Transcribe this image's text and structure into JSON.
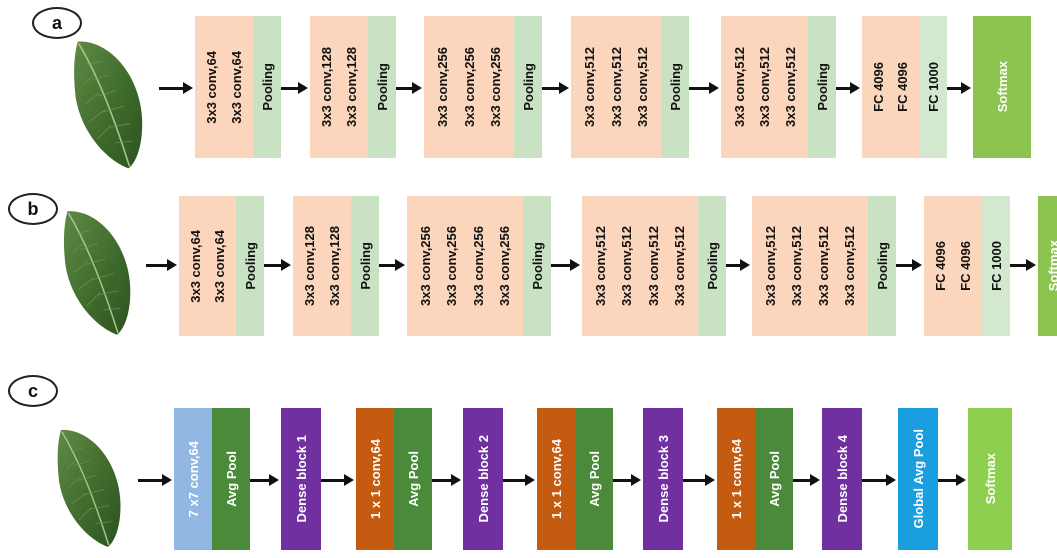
{
  "colors": {
    "conv": "#fbd6bd",
    "pool": "#c9e2c3",
    "fc_last": "#d3e8cf",
    "softmax": "#8bc44f",
    "dense_first_conv": "#93b7e3",
    "dense_conv": "#c55a11",
    "dense_pool": "#4a8a3a",
    "dense_block": "#7030a0",
    "global_pool": "#1a9ee0",
    "softmax_c": "#8fcf4f"
  },
  "panels": [
    {
      "id": "a",
      "label": "a",
      "groups": [
        {
          "kind": "conv",
          "layers": [
            "3x3 conv,64",
            "3x3 conv,64"
          ],
          "pool": "Pooling"
        },
        {
          "kind": "conv",
          "layers": [
            "3x3 conv,128",
            "3x3 conv,128"
          ],
          "pool": "Pooling"
        },
        {
          "kind": "conv",
          "layers": [
            "3x3 conv,256",
            "3x3 conv,256",
            "3x3 conv,256"
          ],
          "pool": "Pooling"
        },
        {
          "kind": "conv",
          "layers": [
            "3x3 conv,512",
            "3x3 conv,512",
            "3x3 conv,512"
          ],
          "pool": "Pooling"
        },
        {
          "kind": "conv",
          "layers": [
            "3x3 conv,512",
            "3x3 conv,512",
            "3x3 conv,512"
          ],
          "pool": "Pooling"
        },
        {
          "kind": "fc",
          "layers": [
            "FC 4096",
            "FC 4096"
          ],
          "pool": "FC 1000"
        },
        {
          "kind": "softmax",
          "label": "Softmax"
        }
      ]
    },
    {
      "id": "b",
      "label": "b",
      "groups": [
        {
          "kind": "conv",
          "layers": [
            "3x3 conv,64",
            "3x3 conv,64"
          ],
          "pool": "Pooling"
        },
        {
          "kind": "conv",
          "layers": [
            "3x3 conv,128",
            "3x3 conv,128"
          ],
          "pool": "Pooling"
        },
        {
          "kind": "conv",
          "layers": [
            "3x3 conv,256",
            "3x3 conv,256",
            "3x3 conv,256",
            "3x3 conv,256"
          ],
          "pool": "Pooling"
        },
        {
          "kind": "conv",
          "layers": [
            "3x3 conv,512",
            "3x3 conv,512",
            "3x3 conv,512",
            "3x3 conv,512"
          ],
          "pool": "Pooling"
        },
        {
          "kind": "conv",
          "layers": [
            "3x3 conv,512",
            "3x3 conv,512",
            "3x3 conv,512",
            "3x3 conv,512"
          ],
          "pool": "Pooling"
        },
        {
          "kind": "fc",
          "layers": [
            "FC 4096",
            "FC 4096"
          ],
          "pool": "FC 1000"
        },
        {
          "kind": "softmax",
          "label": "Softmax"
        }
      ]
    },
    {
      "id": "c",
      "label": "c",
      "groups": [
        {
          "kind": "pair",
          "first": "7 x7  conv,64",
          "firstColor": "dense_first_conv",
          "second": "Avg Pool"
        },
        {
          "kind": "dense",
          "label": "Dense block 1"
        },
        {
          "kind": "pair",
          "first": "1 x 1  conv,64",
          "firstColor": "dense_conv",
          "second": "Avg Pool"
        },
        {
          "kind": "dense",
          "label": "Dense block 2"
        },
        {
          "kind": "pair",
          "first": "1 x 1  conv,64",
          "firstColor": "dense_conv",
          "second": "Avg Pool"
        },
        {
          "kind": "dense",
          "label": "Dense block 3"
        },
        {
          "kind": "pair",
          "first": "1 x 1  conv,64",
          "firstColor": "dense_conv",
          "second": "Avg Pool"
        },
        {
          "kind": "dense",
          "label": "Dense block 4"
        },
        {
          "kind": "global",
          "label": "Global Avg Pool"
        },
        {
          "kind": "softmax_c",
          "label": "Softmax"
        }
      ]
    }
  ]
}
